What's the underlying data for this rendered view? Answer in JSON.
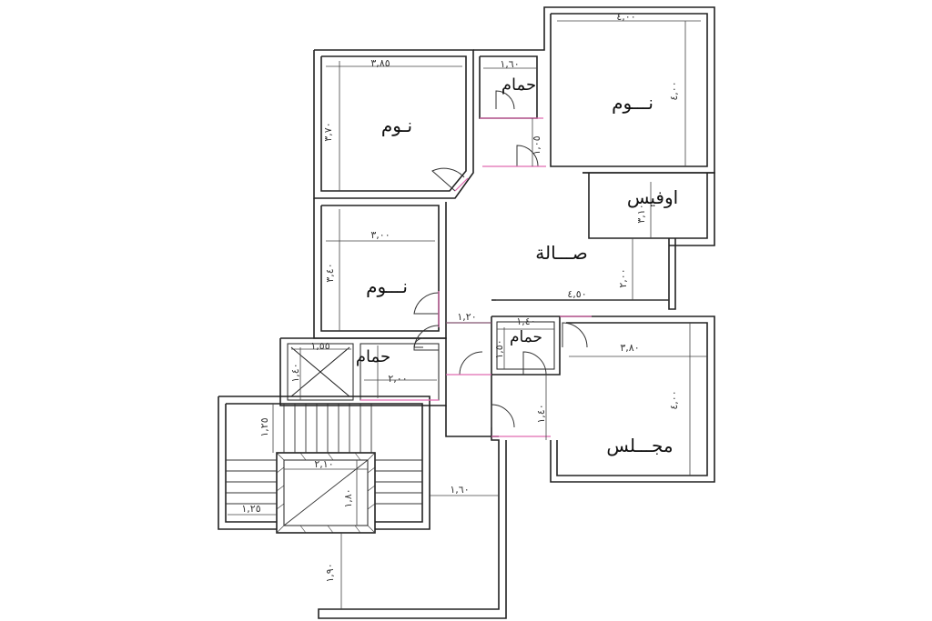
{
  "rooms": {
    "bedroom_top_left": "نـوم",
    "bedroom_top_right": "نـــوم",
    "bedroom_mid_left": "نـــوم",
    "bathroom_top": "حمام",
    "bathroom_left": "حمام",
    "bathroom_mid": "حمام",
    "office": "اوفيس",
    "hall": "صـــالة",
    "majlis": "مجـــلس"
  },
  "dimensions": {
    "d_385": "٣,٨٥",
    "d_370": "٣,٧٠",
    "d_160_top": "١,٦٠",
    "d_400_top": "٤,٠٠",
    "d_400_right": "٤,٠٠",
    "d_105": "١,٠٥",
    "d_300": "٣,٠٠",
    "d_340": "٣,٤٠",
    "d_310": "٣,١٠",
    "d_200_hall": "٢,٠٠",
    "d_450": "٤,٥٠",
    "d_120": "١,٢٠",
    "d_140_a": "١,٤٠",
    "d_150": "١,٥٠",
    "d_380": "٣,٨٠",
    "d_400_majlis": "٤,٠٠",
    "d_155": "١,٥٥",
    "d_140_b": "١,٤٠",
    "d_200_bath": "٢,٠٠",
    "d_140_c": "١,٤٠",
    "d_125_a": "١,٢٥",
    "d_210": "٢,١٠",
    "d_180": "١,٨٠",
    "d_125_b": "١,٢٥",
    "d_160_b": "١,٦٠",
    "d_190": "١,٩٠"
  }
}
